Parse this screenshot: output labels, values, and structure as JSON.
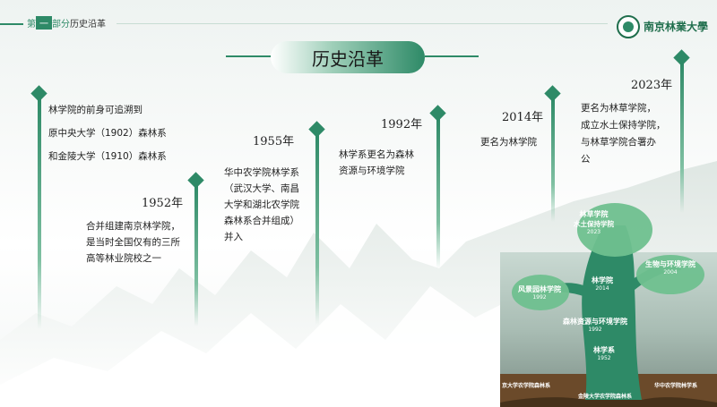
{
  "header": {
    "section_prefix": "第",
    "section_num": "一",
    "section_suffix": "部分",
    "section_title": "历史沿革",
    "university_name": "南京林業大學"
  },
  "title": "历史沿革",
  "timeline": [
    {
      "year": "",
      "lines": [
        "林学院的前身可追溯到",
        "原中央大学（1902）森林系",
        "和金陵大学（1910）森林系"
      ]
    },
    {
      "year": "1952年",
      "lines": [
        "合并组建南京林学院，",
        "是当时全国仅有的三所",
        "高等林业院校之一"
      ]
    },
    {
      "year": "1955年",
      "lines": [
        "华中农学院林学系",
        "（武汉大学、南昌",
        "大学和湖北农学院",
        "森林系合并组成）",
        "并入"
      ]
    },
    {
      "year": "1992年",
      "lines": [
        "林学系更名为森林",
        "资源与环境学院"
      ]
    },
    {
      "year": "2014年",
      "lines": [
        "更名为林学院"
      ]
    },
    {
      "year": "2023年",
      "lines": [
        "更名为林草学院，",
        "成立水土保持学院，",
        "与林草学院合署办",
        "公"
      ]
    }
  ],
  "tree": {
    "top": {
      "name": "林草学院",
      "sub": "水土保持学院",
      "year": "2023"
    },
    "right": {
      "name": "生物与环境学院",
      "year": "2004"
    },
    "left": {
      "name": "风景园林学院",
      "year": "1992"
    },
    "mid": {
      "name": "林学院",
      "year": "2014"
    },
    "trunk_upper": {
      "name": "森林资源与环境学院",
      "year": "1992"
    },
    "trunk_lower": {
      "name": "林学系",
      "year": "1952"
    },
    "roots": [
      "京大学农学院森林系",
      "金陵大学农学院森林系",
      "华中农学院林学系"
    ]
  },
  "colors": {
    "accent": "#2e8a67",
    "accent_light": "#7fc0a2",
    "leaf": "#6fc08f",
    "trunk": "#2e8a67"
  }
}
